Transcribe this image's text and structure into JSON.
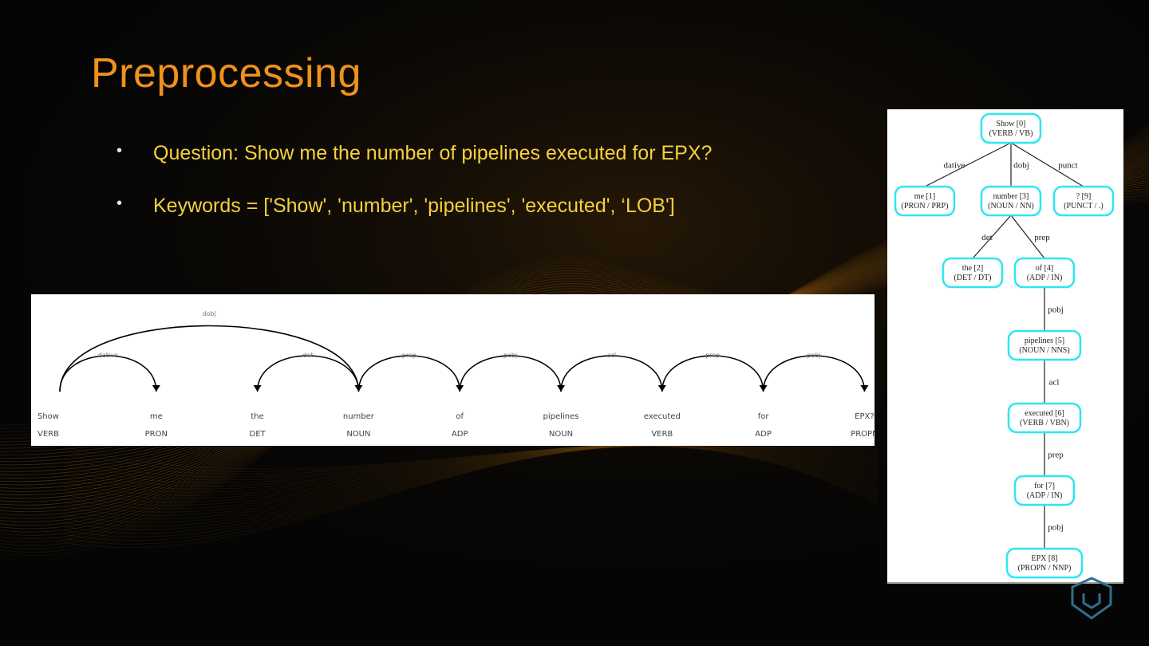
{
  "slide": {
    "title": "Preprocessing",
    "bullets": [
      {
        "dot": "•",
        "text": "Question: Show me the number of pipelines executed for EPX?"
      },
      {
        "dot": "•",
        "text": "Keywords = ['Show', 'number', 'pipelines', 'executed', ‘LOB']"
      }
    ]
  },
  "arc_diagram": {
    "tokens": [
      {
        "word": "Show",
        "pos": "VERB"
      },
      {
        "word": "me",
        "pos": "PRON"
      },
      {
        "word": "the",
        "pos": "DET"
      },
      {
        "word": "number",
        "pos": "NOUN"
      },
      {
        "word": "of",
        "pos": "ADP"
      },
      {
        "word": "pipelines",
        "pos": "NOUN"
      },
      {
        "word": "executed",
        "pos": "VERB"
      },
      {
        "word": "for",
        "pos": "ADP"
      },
      {
        "word": "EPX?",
        "pos": "PROPN"
      }
    ],
    "arcs": [
      {
        "from": 0,
        "to": 1,
        "label": "dative"
      },
      {
        "from": 0,
        "to": 3,
        "label": "dobj"
      },
      {
        "from": 3,
        "to": 2,
        "label": "det"
      },
      {
        "from": 3,
        "to": 4,
        "label": "prep"
      },
      {
        "from": 4,
        "to": 5,
        "label": "pobj"
      },
      {
        "from": 5,
        "to": 6,
        "label": "acl"
      },
      {
        "from": 6,
        "to": 7,
        "label": "prep"
      },
      {
        "from": 7,
        "to": 8,
        "label": "pobj"
      }
    ]
  },
  "tree_diagram": {
    "nodes": [
      {
        "id": "show",
        "line1": "Show [0]",
        "line2": "(VERB / VB)"
      },
      {
        "id": "me",
        "line1": "me [1]",
        "line2": "(PRON / PRP)"
      },
      {
        "id": "number",
        "line1": "number [3]",
        "line2": "(NOUN / NN)"
      },
      {
        "id": "punct",
        "line1": "? [9]",
        "line2": "(PUNCT / .)"
      },
      {
        "id": "the",
        "line1": "the [2]",
        "line2": "(DET / DT)"
      },
      {
        "id": "of",
        "line1": "of [4]",
        "line2": "(ADP / IN)"
      },
      {
        "id": "pipelines",
        "line1": "pipelines [5]",
        "line2": "(NOUN / NNS)"
      },
      {
        "id": "executed",
        "line1": "executed [6]",
        "line2": "(VERB / VBN)"
      },
      {
        "id": "for",
        "line1": "for [7]",
        "line2": "(ADP / IN)"
      },
      {
        "id": "epx",
        "line1": "EPX [8]",
        "line2": "(PROPN / NNP)"
      }
    ],
    "edges": [
      {
        "from": "show",
        "to": "me",
        "label": "dative"
      },
      {
        "from": "show",
        "to": "number",
        "label": "dobj"
      },
      {
        "from": "show",
        "to": "punct",
        "label": "punct"
      },
      {
        "from": "number",
        "to": "the",
        "label": "det"
      },
      {
        "from": "number",
        "to": "of",
        "label": "prep"
      },
      {
        "from": "of",
        "to": "pipelines",
        "label": "pobj"
      },
      {
        "from": "pipelines",
        "to": "executed",
        "label": "acl"
      },
      {
        "from": "executed",
        "to": "for",
        "label": "prep"
      },
      {
        "from": "for",
        "to": "epx",
        "label": "pobj"
      }
    ]
  },
  "colors": {
    "title": "#f0911d",
    "bullet_text": "#f5d13a",
    "node_border": "#2ee6f0",
    "background": "#050505",
    "wave": "#c57a12"
  },
  "icons": {
    "logo": "shield-logo-icon"
  }
}
